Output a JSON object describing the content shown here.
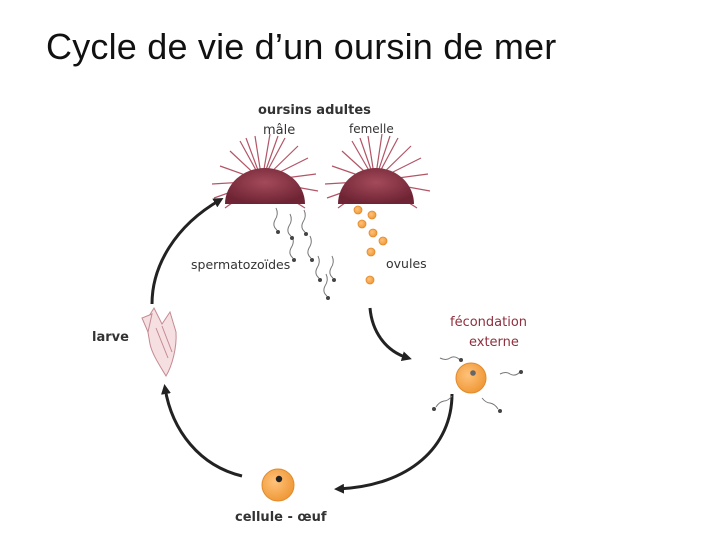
{
  "slide": {
    "title": "Cycle de vie d’un oursin de mer"
  },
  "diagram": {
    "labels": {
      "adults": "oursins adultes",
      "male": "mâle",
      "female": "femelle",
      "sperm": "spermatozoïdes",
      "eggs": "ovules",
      "fertilization_line1": "fécondation",
      "fertilization_line2": "externe",
      "larva": "larve",
      "zygote": "cellule - œuf"
    },
    "colors": {
      "urchin": "#8a3644",
      "spines": "#b25566",
      "egg": "#f2a24a",
      "egg_outline": "#e08a2c",
      "arrow": "#222222",
      "accent_text": "#8f2f3d"
    },
    "icons": [
      "male-urchin-icon",
      "female-urchin-icon",
      "sperm-icon",
      "egg-icon",
      "fertilized-egg-icon",
      "larva-icon",
      "zygote-icon",
      "cycle-arrow-icon"
    ]
  }
}
